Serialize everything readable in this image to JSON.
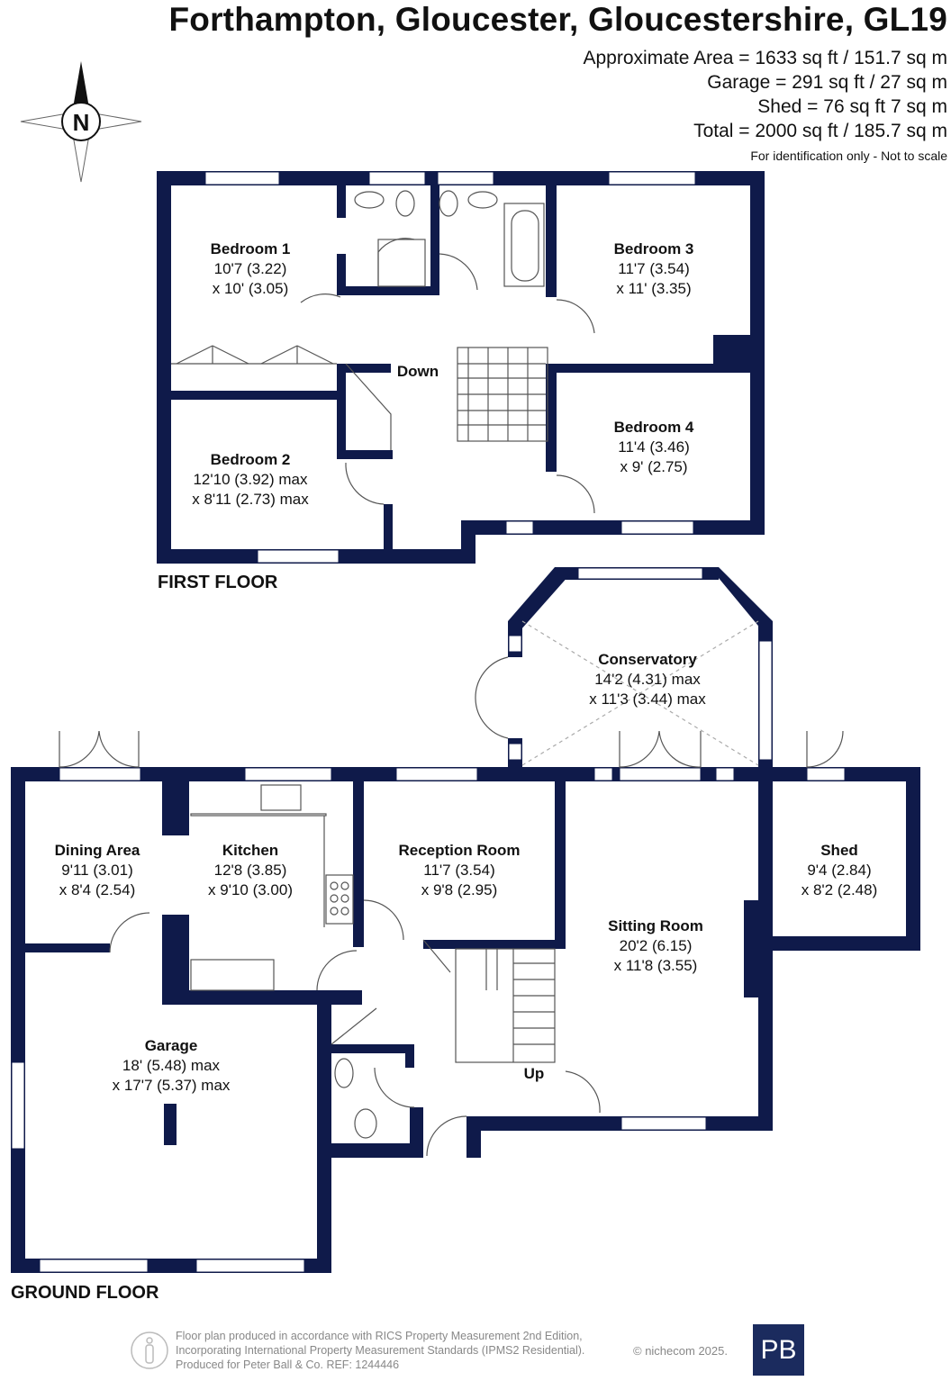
{
  "header": {
    "title": "Forthampton, Gloucester, Gloucestershire, GL19",
    "areas": [
      "Approximate Area = 1633 sq ft / 151.7 sq m",
      "Garage = 291 sq ft / 27 sq m",
      "Shed = 76 sq ft 7 sq m",
      "Total = 2000 sq ft / 185.7 sq m"
    ],
    "note": "For identification only - Not to scale"
  },
  "compass": {
    "label": "N"
  },
  "first_floor": {
    "label": "FIRST FLOOR",
    "stairs_label": "Down",
    "rooms": [
      {
        "name": "Bedroom 1",
        "dim1": "10'7 (3.22)",
        "dim2": "x 10' (3.05)"
      },
      {
        "name": "Bedroom 3",
        "dim1": "11'7 (3.54)",
        "dim2": "x 11' (3.35)"
      },
      {
        "name": "Bedroom 4",
        "dim1": "11'4 (3.46)",
        "dim2": "x 9' (2.75)"
      },
      {
        "name": "Bedroom 2",
        "dim1": "12'10 (3.92) max",
        "dim2": "x 8'11 (2.73) max"
      }
    ]
  },
  "ground_floor": {
    "label": "GROUND FLOOR",
    "stairs_label": "Up",
    "rooms": [
      {
        "name": "Conservatory",
        "dim1": "14'2 (4.31) max",
        "dim2": "x 11'3 (3.44) max"
      },
      {
        "name": "Dining Area",
        "dim1": "9'11 (3.01)",
        "dim2": "x 8'4 (2.54)"
      },
      {
        "name": "Kitchen",
        "dim1": "12'8 (3.85)",
        "dim2": "x 9'10 (3.00)"
      },
      {
        "name": "Reception Room",
        "dim1": "11'7 (3.54)",
        "dim2": "x 9'8 (2.95)"
      },
      {
        "name": "Shed",
        "dim1": "9'4 (2.84)",
        "dim2": "x 8'2 (2.48)"
      },
      {
        "name": "Sitting Room",
        "dim1": "20'2 (6.15)",
        "dim2": "x 11'8 (3.55)"
      },
      {
        "name": "Garage",
        "dim1": "18' (5.48) max",
        "dim2": "x 17'7 (5.37) max"
      }
    ]
  },
  "footer": {
    "lines": [
      "Floor plan produced in accordance with RICS Property Measurement 2nd Edition,",
      "Incorporating International Property Measurement Standards (IPMS2 Residential).",
      "Produced for Peter Ball & Co.   REF: 1244446"
    ],
    "copyright": "© nichecom 2025.",
    "logo": "PB"
  },
  "colors": {
    "wall": "#0f1a4a",
    "fixture": "#555555"
  }
}
